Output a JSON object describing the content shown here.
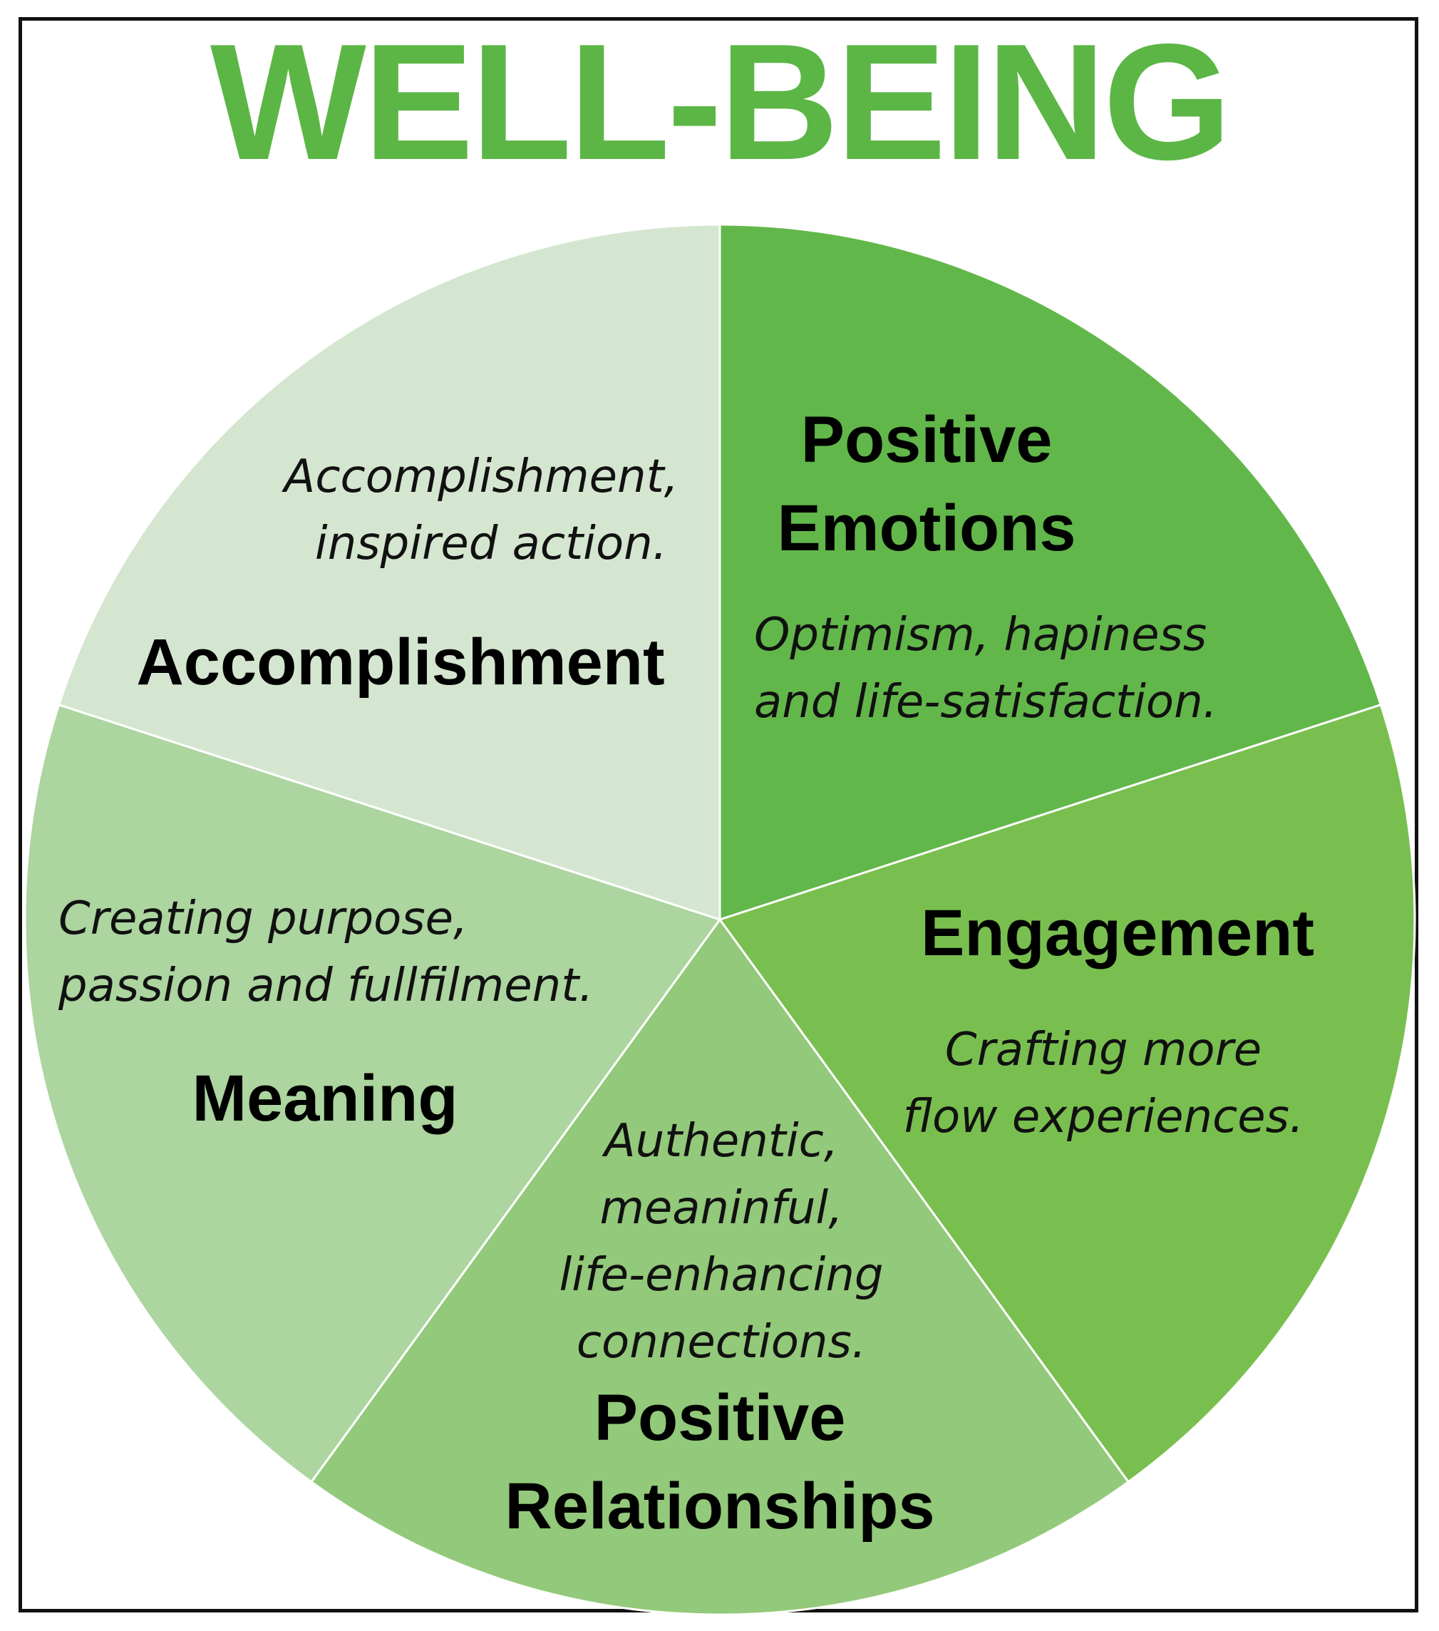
{
  "title": "WELL-BEING",
  "colors": {
    "title": "#5cb646",
    "positive_emotions": "#62b74a",
    "engagement": "#79bf4f",
    "positive_relationships": "#93c97a",
    "meaning": "#acd59f",
    "accomplishment": "#d5e6d0",
    "divider": "#ffffff"
  },
  "segments": [
    {
      "key": "positive_emotions",
      "heading": [
        "Positive",
        "Emotions"
      ],
      "description": [
        "Optimism, hapiness",
        "and life-satisfaction."
      ]
    },
    {
      "key": "engagement",
      "heading": [
        "Engagement"
      ],
      "description": [
        "Crafting more",
        "flow experiences."
      ]
    },
    {
      "key": "positive_relationships",
      "heading": [
        "Positive",
        "Relationships"
      ],
      "description": [
        "Authentic,",
        "meaninful,",
        "life-enhancing",
        "connections."
      ]
    },
    {
      "key": "meaning",
      "heading": [
        "Meaning"
      ],
      "description": [
        "Creating purpose,",
        "passion and fullfilment."
      ]
    },
    {
      "key": "accomplishment",
      "heading": [
        "Accomplishment"
      ],
      "description": [
        "Accomplishment,",
        "inspired action."
      ]
    }
  ]
}
